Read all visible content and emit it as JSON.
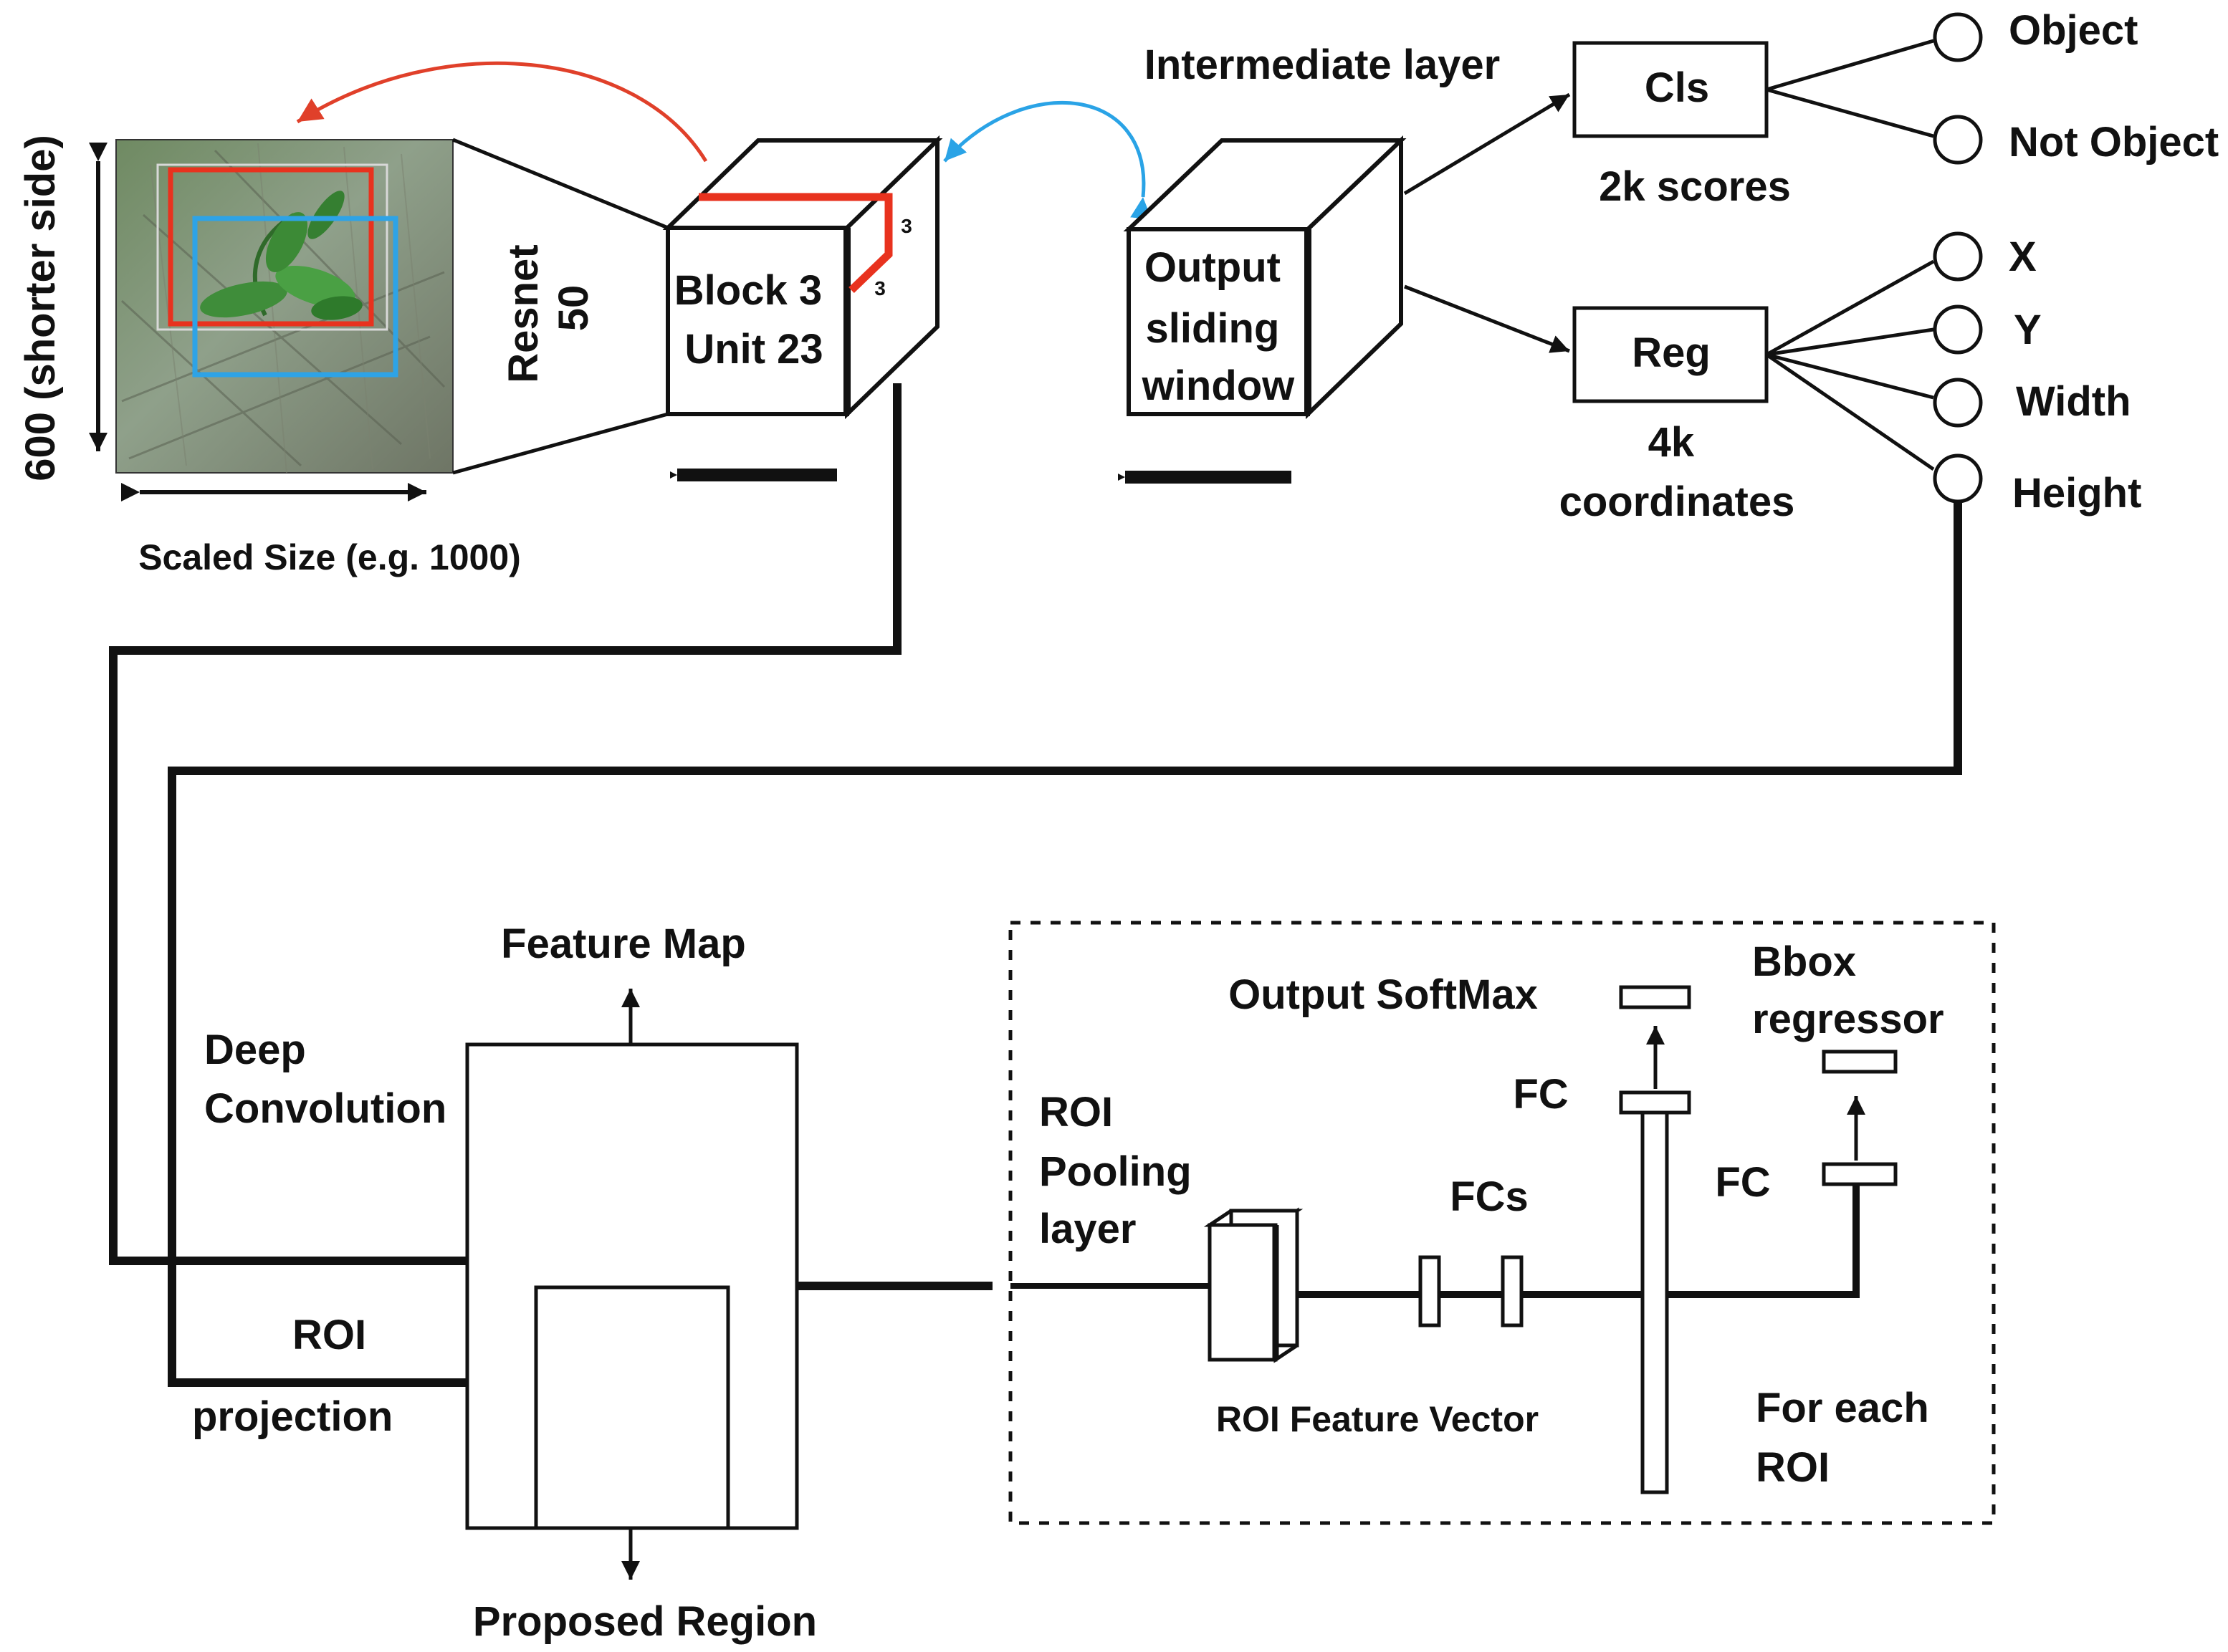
{
  "labels": {
    "shorter_side": "600 (shorter side)",
    "scaled_size": "Scaled Size (e.g. 1000)",
    "resnet_line1": "Resnet",
    "resnet_line2": "50",
    "block_line1": "Block 3",
    "block_line2": "Unit 23",
    "cube_dim_a": "3",
    "cube_dim_b": "3",
    "intermediate_layer": "Intermediate layer",
    "output_line1": "Output",
    "output_line2": "sliding",
    "output_line3": "window",
    "cls": "Cls",
    "cls_scores": "2k scores",
    "reg": "Reg",
    "reg_line1": "4k",
    "reg_line2": "coordinates",
    "object": "Object",
    "not_object": "Not Object",
    "x": "X",
    "y": "Y",
    "width": "Width",
    "height": "Height",
    "feature_map": "Feature Map",
    "deep_line1": "Deep",
    "deep_line2": "Convolution",
    "roi": "ROI",
    "projection": "projection",
    "proposed_region": "Proposed Region",
    "roi_pool_line1": "ROI",
    "roi_pool_line2": "Pooling",
    "roi_pool_line3": "layer",
    "output_softmax": "Output SoftMax",
    "bbox_line1": "Bbox",
    "bbox_line2": "regressor",
    "fc_top": "FC",
    "fcs": "FCs",
    "fc_right": "FC",
    "roi_feature_vector": "ROI Feature Vector",
    "for_each_line1": "For each",
    "for_each_line2": "ROI"
  },
  "colors": {
    "stroke": "#111111",
    "red_roi": "#e8321e",
    "blue_roi": "#2ea3e6",
    "red_arc": "#e0402a",
    "blue_arc": "#2aa3e6"
  }
}
